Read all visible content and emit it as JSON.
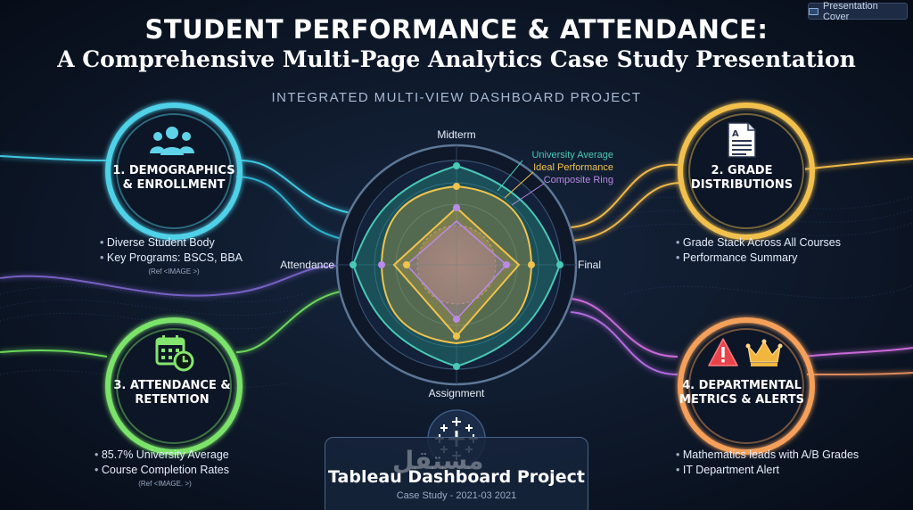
{
  "header": {
    "badge_label": "Presentation Cover",
    "title_line1": "STUDENT PERFORMANCE & ATTENDANCE:",
    "title_line2": "A Comprehensive Multi-Page Analytics Case Study Presentation",
    "kicker": "INTEGRATED MULTI-VIEW DASHBOARD PROJECT"
  },
  "sections": [
    {
      "line1": "1. DEMOGRAPHICS",
      "line2": "& ENROLLMENT",
      "icon": "users-icon",
      "color": "#4fd1e8",
      "bullets": [
        "Diverse Student Body",
        "Key Programs: BSCS, BBA"
      ],
      "ref": "(Ref <IMAGE >)"
    },
    {
      "line1": "2. GRADE",
      "line2": "DISTRIBUTIONS",
      "icon": "document-icon",
      "color": "#f2c14e",
      "bullets": [
        "Grade Stack Across All Courses",
        "Performance Summary"
      ],
      "ref": ""
    },
    {
      "line1": "3. ATTENDANCE &",
      "line2": "RETENTION",
      "icon": "calendar-clock-icon",
      "color": "#7be36a",
      "bullets": [
        "85.7% University Average",
        "Course Completion Rates"
      ],
      "ref": "(Ref <IMAGE. >)"
    },
    {
      "line1": "4. DEPARTMENTAL",
      "line2": "METRICS & ALERTS",
      "icon": "alert-crown-icon",
      "color": "#f5a05a",
      "bullets": [
        "Mathematics leads with A/B Grades",
        "IT Department Alert"
      ],
      "ref": ""
    }
  ],
  "radar": {
    "axes": [
      "Midterm",
      "Final",
      "Assignment",
      "Attendance"
    ],
    "legend": [
      {
        "name": "University Average",
        "color": "#49c9b6"
      },
      {
        "name": "Ideal Performance",
        "color": "#f0c34d"
      },
      {
        "name": "Composite Ring",
        "color": "#b98ae6"
      }
    ]
  },
  "footer": {
    "icon": "tableau-logo-icon",
    "title": "Tableau Dashboard Project",
    "subtitle": "Case Study - 2021-03 2021",
    "watermark": "مستقل"
  }
}
